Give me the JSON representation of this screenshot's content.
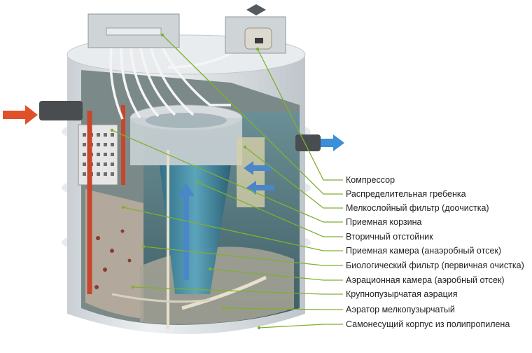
{
  "diagram": {
    "labels": [
      "Компрессор",
      "Распределительная гребенка",
      "Мелкослойный фильтр (доочистка)",
      "Приемная корзина",
      "Вторичный отстойник",
      "Приемная камера (анаэробный отсек)",
      "Биологический фильтр (первичная очистка)",
      "Аэрационная камера (аэробный отсек)",
      "Крупнопузырчатая аэрация",
      "Аэратор мелкопузырчатый",
      "Самонесущий корпус из полипропилена"
    ],
    "colors": {
      "leader": "#7fb02e",
      "inlet_arrow": "#e0502a",
      "outlet_arrow": "#3a8fd8",
      "flow_arrow": "#4a86c8",
      "shell": "#dfe3e6",
      "water": "#4f7f88"
    }
  }
}
